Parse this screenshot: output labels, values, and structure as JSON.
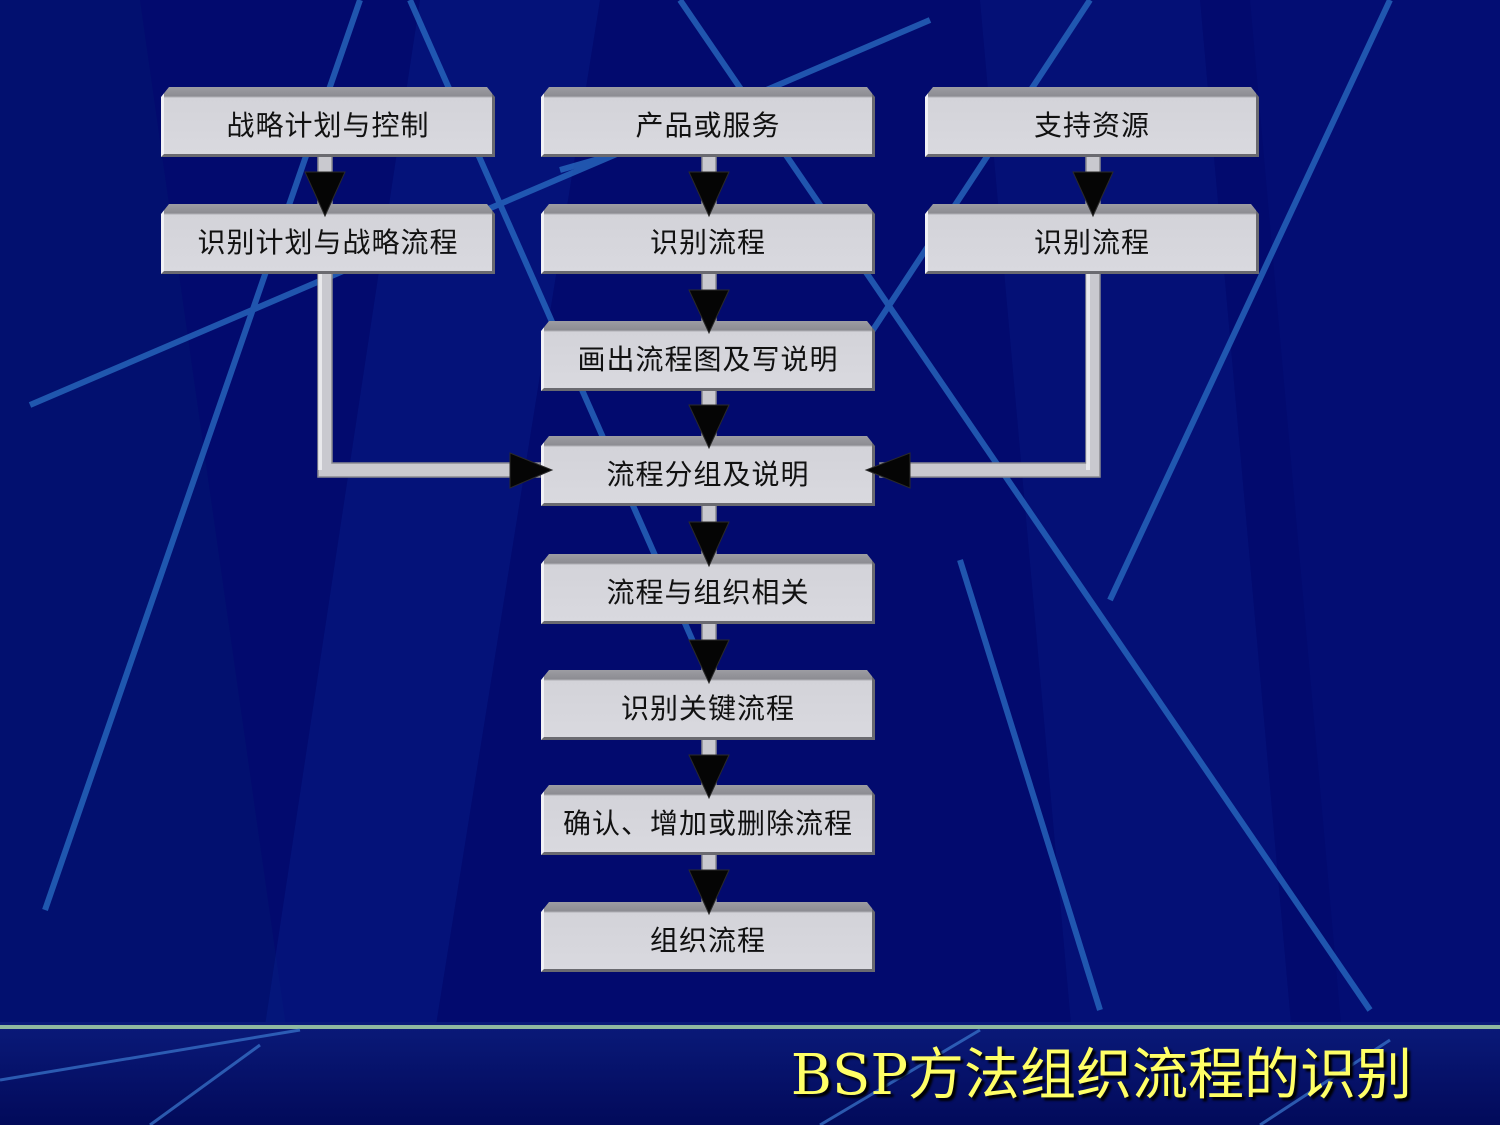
{
  "boxes": {
    "strategy_plan": "战略计划与控制",
    "product_service": "产品或服务",
    "support_resource": "支持资源",
    "identify_plan_flow": "识别计划与战略流程",
    "identify_flow_mid": "识别流程",
    "identify_flow_right": "识别流程",
    "draw_flowchart": "画出流程图及写说明",
    "group_flow": "流程分组及说明",
    "flow_org_relate": "流程与组织相关",
    "identify_key_flow": "识别关键流程",
    "confirm_flow": "确认、增加或删除流程",
    "org_flow": "组织流程"
  },
  "title": "BSP方法组织流程的识别",
  "colors": {
    "background": "#020a6e",
    "box": "#d9d9df",
    "title": "#ffff66"
  }
}
